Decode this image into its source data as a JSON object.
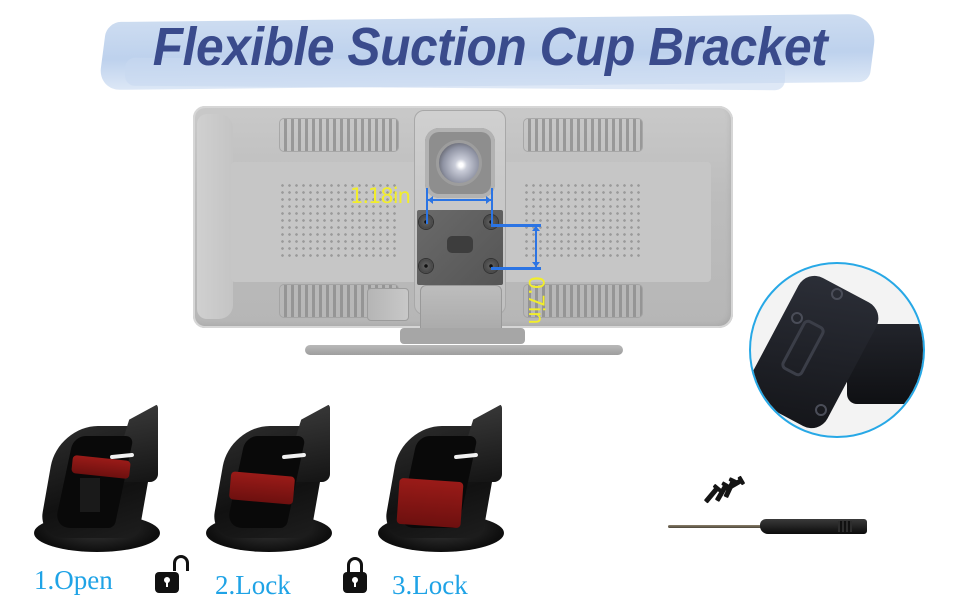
{
  "header": {
    "title": "Flexible Suction Cup Bracket",
    "title_color": "#3a4b8c",
    "brush_color": "#c4d6ee"
  },
  "device_diagram": {
    "description": "Back view of car display with mounting plate",
    "dimensions": {
      "width_label": "1.18in",
      "height_label": "0.7in",
      "label_color": "#f2ee2a",
      "line_color": "#2b74e4"
    }
  },
  "detail_view": {
    "description": "Close-up of bracket mounting plate",
    "border_color": "#27a8e6"
  },
  "steps": [
    {
      "label": "1.Open",
      "state": "open"
    },
    {
      "label": "2.Lock",
      "state": "locked"
    },
    {
      "label": "3.Lock",
      "state": "locked"
    }
  ],
  "step_label_color": "#1fa3e6",
  "icons": {
    "unlocked": "padlock-open-icon",
    "locked": "padlock-closed-icon"
  },
  "accessories": {
    "items": [
      "screws",
      "screwdriver"
    ]
  }
}
